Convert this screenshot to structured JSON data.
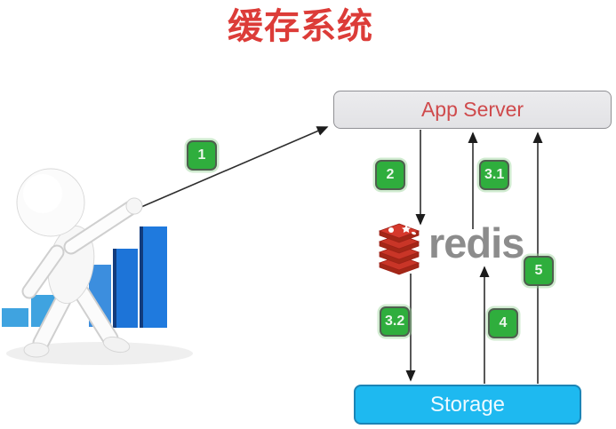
{
  "title": {
    "text": "缓存系统",
    "color": "#dc3c38"
  },
  "nodes": {
    "app_server": {
      "label": "App Server",
      "text_color": "#cf4a4c",
      "bg": "#e7e7e9",
      "border": "#909094"
    },
    "redis": {
      "label": "redis",
      "text_color": "#8c8c8c",
      "logo_red": "#c93527",
      "logo_dark_red": "#a32717"
    },
    "storage": {
      "label": "Storage",
      "text_color": "#eefaff",
      "bg": "#1eb9f0",
      "border": "#1b84b6"
    }
  },
  "steps": {
    "badge_bg": "#2fae3d",
    "badge_border": "#4f5f4f",
    "badge_text_color": "#ecf7ec",
    "items": [
      {
        "label": "1",
        "from": "user",
        "to": "app-server"
      },
      {
        "label": "2",
        "from": "app-server",
        "to": "redis"
      },
      {
        "label": "3.1",
        "from": "redis",
        "to": "app-server"
      },
      {
        "label": "3.2",
        "from": "redis",
        "to": "storage"
      },
      {
        "label": "4",
        "from": "storage",
        "to": "redis"
      },
      {
        "label": "5",
        "from": "storage",
        "to": "app-server"
      }
    ]
  },
  "illustration": {
    "icon": "person-pointing-with-bar-chart-icon",
    "bar_color": "#1d74d8",
    "light_bar_color": "#3fa3e0"
  },
  "arrow_color": "#2e2e2e"
}
